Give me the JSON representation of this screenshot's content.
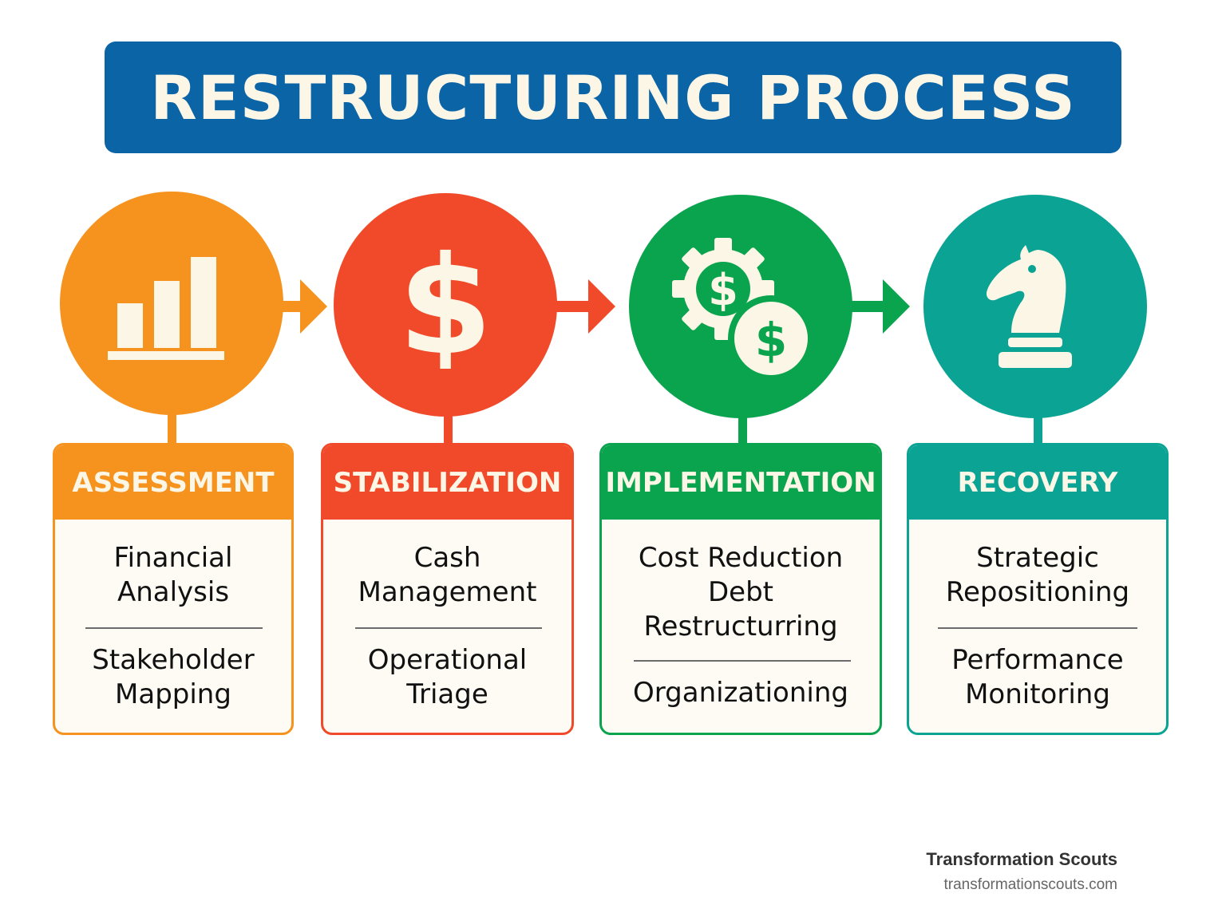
{
  "title": "RESTRUCTURING PROCESS",
  "steps": [
    {
      "heading": "ASSESSMENT",
      "icon": "bar-chart-icon",
      "color": "#f6921e",
      "items": [
        {
          "line1": "Financial",
          "line2": "Analysis"
        },
        {
          "line1": "Stakeholder",
          "line2": "Mapping"
        }
      ]
    },
    {
      "heading": "STABILIZATION",
      "icon": "dollar-sign-icon",
      "color": "#f04a2a",
      "items": [
        {
          "line1": "Cash",
          "line2": "Management"
        },
        {
          "line1": "Operational",
          "line2": "Triage"
        }
      ]
    },
    {
      "heading": "IMPLEMENTATION",
      "icon": "gear-dollar-icon",
      "color": "#0aa34e",
      "items": [
        {
          "line1": "Cost Reduction",
          "line2": "Debt",
          "line3": "Restructurring"
        },
        {
          "line1": "Organizationing"
        }
      ]
    },
    {
      "heading": "RECOVERY",
      "icon": "chess-knight-icon",
      "color": "#0aa394",
      "items": [
        {
          "line1": "Strategic",
          "line2": "Repositioning"
        },
        {
          "line1": "Performance",
          "line2": "Monitoring"
        }
      ]
    }
  ],
  "footer": {
    "brand": "Transformation Scouts",
    "url": "transformationscouts.com"
  },
  "colors": {
    "banner": "#0b64a6",
    "cream": "#fbf6e6"
  }
}
